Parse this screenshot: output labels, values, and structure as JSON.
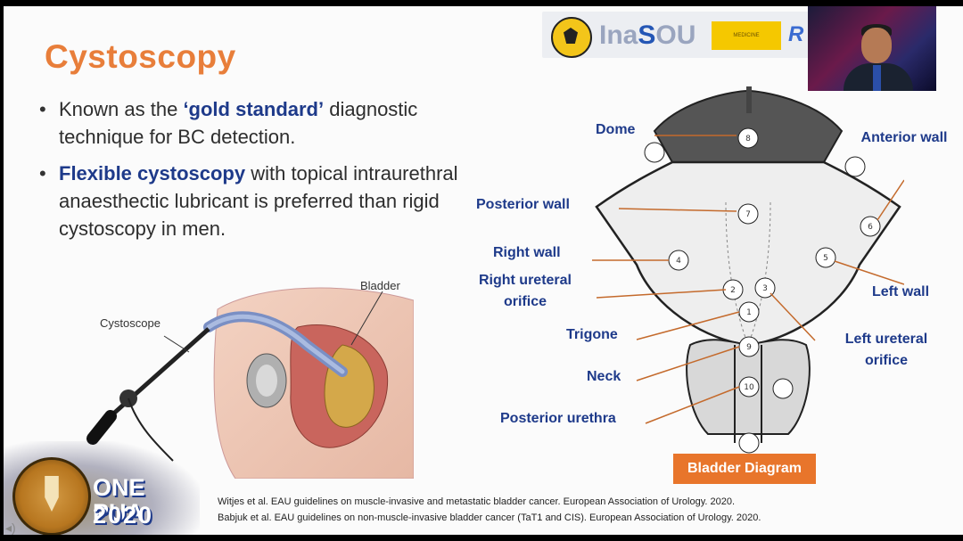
{
  "slide": {
    "title": "Cystoscopy",
    "bullet1": {
      "pre": "Known as the ",
      "highlight": "‘gold standard’",
      "post": " diagnostic technique for BC detection."
    },
    "bullet2": {
      "highlight": "Flexible cystoscopy",
      "post": " with topical intraurethral anaesthectic lubricant is preferred than rigid cystoscopy in men."
    },
    "illustration": {
      "cystoscope_label": "Cystoscope",
      "bladder_label": "Bladder"
    },
    "diagram": {
      "labels": {
        "dome": "Dome",
        "anterior_wall": "Anterior wall",
        "posterior_wall": "Posterior wall",
        "right_wall": "Right wall",
        "right_ureteral_orifice": "Right ureteral orifice",
        "left_wall": "Left wall",
        "trigone": "Trigone",
        "left_ureteral_orifice": "Left ureteral orifice",
        "neck": "Neck",
        "posterior_urethra": "Posterior urethra"
      },
      "markers": [
        "8",
        "7",
        "6",
        "4",
        "5",
        "2",
        "3",
        "1",
        "9",
        "10"
      ],
      "caption": "Bladder Diagram"
    },
    "references": [
      "Witjes et al. EAU guidelines on muscle-invasive and metastatic bladder cancer. European Association of Urology. 2020.",
      "Babjuk et al. EAU guidelines on non-muscle-invasive bladder cancer (TaT1 and CIS). European Association of Urology. 2020."
    ]
  },
  "logos": {
    "inasou_prefix": "Ina",
    "inasou_s": "S",
    "inasou_suffix": "OU",
    "r_logo": "R"
  },
  "branding": {
    "one_pua": "ONE PUA",
    "year": "2020"
  },
  "colors": {
    "title": "#e87e3a",
    "highlight": "#1e3a8a",
    "caption_bg": "#e8752b"
  }
}
